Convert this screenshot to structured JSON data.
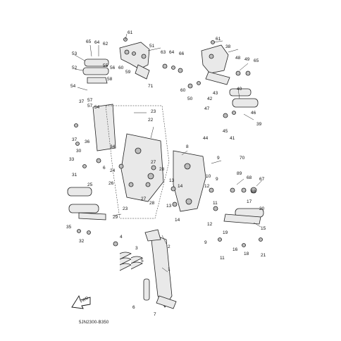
{
  "drawing": {
    "reference_code": "5JN2300-B350",
    "fwd_label": "FWD",
    "callouts": [
      "61",
      "51",
      "65",
      "64",
      "62",
      "53",
      "63",
      "64",
      "66",
      "61",
      "38",
      "48",
      "49",
      "65",
      "52",
      "55",
      "56",
      "60",
      "59",
      "54",
      "58",
      "57",
      "71",
      "60",
      "50",
      "42",
      "43",
      "40",
      "37",
      "57",
      "54",
      "23",
      "47",
      "46",
      "39",
      "22",
      "44",
      "45",
      "41",
      "37",
      "36",
      "34",
      "30",
      "8",
      "9",
      "70",
      "33",
      "6",
      "24",
      "31",
      "25",
      "27",
      "28",
      "26",
      "27",
      "28",
      "13",
      "14",
      "10",
      "9",
      "12",
      "89",
      "68",
      "67",
      "23",
      "29",
      "13",
      "14",
      "12",
      "11",
      "17",
      "20",
      "19",
      "16",
      "18",
      "21",
      "15",
      "35",
      "32",
      "4",
      "3",
      "2",
      "5",
      "1",
      "6",
      "7",
      "11",
      "9",
      "68"
    ]
  },
  "chart_data": {
    "type": "table",
    "title": "",
    "labels": [
      "1",
      "2",
      "3",
      "4",
      "5",
      "6",
      "7",
      "8",
      "9",
      "10",
      "11",
      "12",
      "13",
      "14",
      "15",
      "16",
      "17",
      "18",
      "19",
      "20",
      "21",
      "22",
      "23",
      "24",
      "25",
      "26",
      "27",
      "28",
      "29",
      "30",
      "31",
      "32",
      "33",
      "34",
      "35",
      "36",
      "37",
      "38",
      "39",
      "40",
      "41",
      "42",
      "43",
      "44",
      "45",
      "46",
      "47",
      "48",
      "49",
      "50",
      "51",
      "52",
      "53",
      "54",
      "55",
      "56",
      "57",
      "58",
      "59",
      "60",
      "61",
      "62",
      "63",
      "64",
      "65",
      "66",
      "67",
      "68",
      "70",
      "71",
      "89"
    ]
  }
}
